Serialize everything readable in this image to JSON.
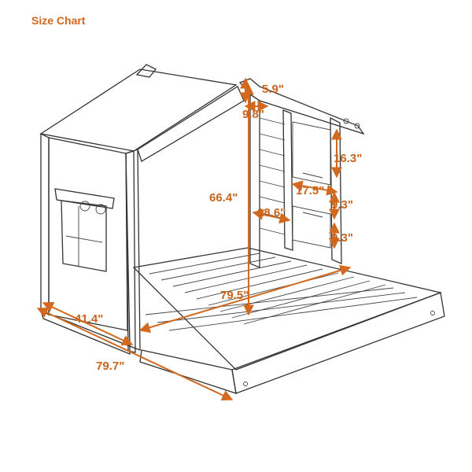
{
  "title": "Size Chart",
  "colors": {
    "accent": "#d2691e",
    "line": "#333333"
  },
  "dimensions": {
    "roof_peak": "5.9\"",
    "roof_width": "9.8\"",
    "window_height": "16.3\"",
    "overall_height": "66.4\"",
    "window_width": "17.5\"",
    "shelf_width": "18.6\"",
    "shelf_gap_upper": "9.3\"",
    "shelf_gap_lower": "9.3\"",
    "bed_width": "79.5\"",
    "side_depth": "41.4\"",
    "overall_length": "79.7\""
  }
}
